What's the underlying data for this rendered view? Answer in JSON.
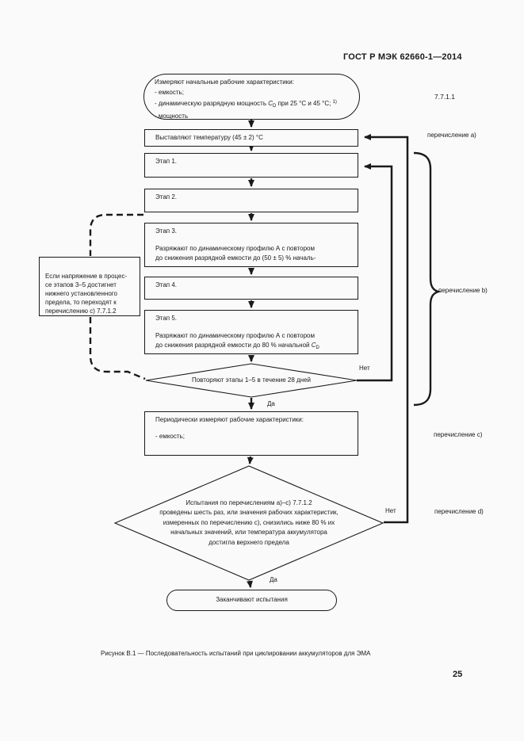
{
  "document": {
    "header": "ГОСТ Р МЭК 62660-1—2014",
    "clause_ref": "7.7.1.1",
    "caption": "Рисунок В.1 — Последовательность испытаний при циклировании аккумуляторов для ЭМА",
    "page_number": "25"
  },
  "labels": {
    "list_a": "перечисление a)",
    "list_b": "перечисление b)",
    "list_c": "перечисление c)",
    "list_d": "перечисление d)",
    "no_repeat": "Нет",
    "yes_repeat": "Да",
    "no_final": "Нет",
    "yes_final": "Да"
  },
  "flowchart": {
    "start": {
      "line1": "Измеряют начальные рабочие характеристики:",
      "line2": "- емкость;",
      "power_line": {
        "pre": "- динамическую разрядную мощность ",
        "symbol": "C",
        "sub": "D",
        "post": " при 25 °C и 45 °C; ",
        "note": "1)"
      },
      "line4": "- мощность"
    },
    "set_temperature": "Выставляют температуру (45 ± 2) °C",
    "step1": "Этап 1.",
    "step2": "Этап 2.",
    "step3": {
      "title": "Этап 3.",
      "line1": "Разряжают по динамическому профилю А с повтором",
      "line2": "до снижения разрядной емкости до (50 ± 5) % началь-"
    },
    "step4": "Этап 4.",
    "step5": {
      "title": "Этап 5.",
      "line1": "Разряжают по динамическому профилю А с повтором",
      "line2": {
        "pre": "до снижения разрядной емкости до 80 % начальной ",
        "symbol": "C",
        "sub": "D"
      }
    },
    "repeat_decision": "Повторяют этапы 1–5 в течение 28 дней",
    "periodic_measure": {
      "title": "Периодически измеряют рабочие характеристики:",
      "item": "- емкость;"
    },
    "final_decision": {
      "lines": [
        "Испытания по перечислениям а)–с) 7.7.1.2",
        "проведены шесть раз, или значения рабочих характеристик,",
        "измеренных по перечислению с), снизились ниже 80 % их",
        "начальных значений, или температура аккумулятора",
        "достигла верхнего предела"
      ]
    },
    "end": "Заканчивают испытания",
    "side_note": {
      "lines": [
        "Если напряжение в процес-",
        "се этапов 3–5 достигнет",
        "нижнего установленного",
        "предела, то переходят к",
        "перечислению c) 7.7.1.2"
      ]
    }
  }
}
